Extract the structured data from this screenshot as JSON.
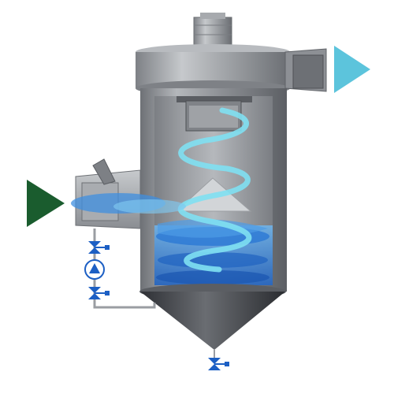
{
  "diagram": {
    "inlet_arrow": {
      "color": "#1a5c2e",
      "direction": "right"
    },
    "outlet_arrow": {
      "color": "#5cc4dc",
      "direction": "right"
    },
    "vessel": {
      "body_color": "#8e9196",
      "cone_color": "#4a4d52",
      "lid_color": "#9a9da2"
    },
    "water": {
      "color": "#2b7fd8",
      "light": "#8fd4f0"
    },
    "spiral": {
      "color": "#7fe0f2",
      "turns": 3
    },
    "valves": {
      "color": "#1c5fc4",
      "count": 3,
      "pump_count": 1
    }
  }
}
